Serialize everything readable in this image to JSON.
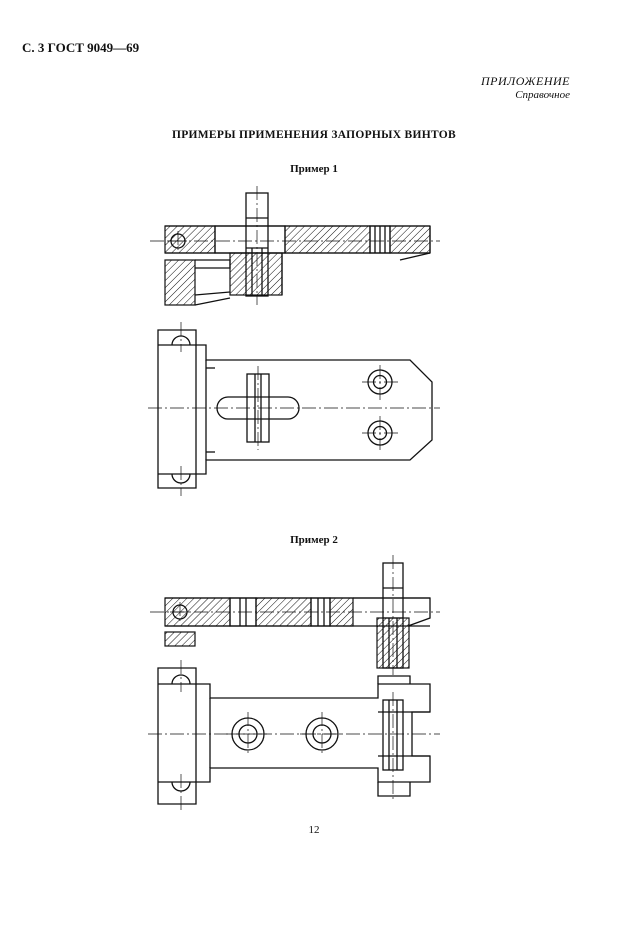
{
  "header": {
    "doc_ref": "С. 3 ГОСТ 9049—69"
  },
  "appendix": {
    "label": "ПРИЛОЖЕНИЕ",
    "kind": "Справочное"
  },
  "title": "ПРИМЕРЫ ПРИМЕНЕНИЯ ЗАПОРНЫХ ВИНТОВ",
  "examples": [
    {
      "label": "Пример 1"
    },
    {
      "label": "Пример 2"
    }
  ],
  "page_number": "12"
}
